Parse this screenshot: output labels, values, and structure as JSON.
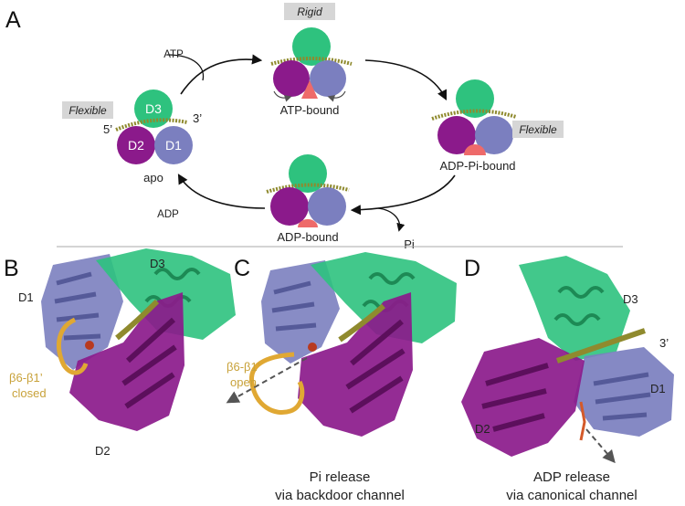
{
  "panels": {
    "A": "A",
    "B": "B",
    "C": "C",
    "D": "D"
  },
  "cycle": {
    "tags": {
      "rigid": "Rigid",
      "flexible_left": "Flexible",
      "flexible_right": "Flexible"
    },
    "states": {
      "apo": "apo",
      "atp_bound": "ATP-bound",
      "adp_pi_bound": "ADP-Pi-bound",
      "adp_bound": "ADP-bound"
    },
    "domains": {
      "d1": "D1",
      "d2": "D2",
      "d3": "D3"
    },
    "termini": {
      "five_prime": "5’",
      "three_prime": "3’"
    },
    "ligands": {
      "atp": "ATP",
      "adp": "ADP",
      "pi": "Pi"
    }
  },
  "panel_b": {
    "d1": "D1",
    "d2": "D2",
    "d3": "D3",
    "loop_label": "β6-β1’",
    "loop_state": "closed"
  },
  "panel_c": {
    "loop_label": "β6-β1’",
    "loop_state": "open",
    "caption_line1": "Pi release",
    "caption_line2": "via backdoor channel"
  },
  "panel_d": {
    "d1": "D1",
    "d2": "D2",
    "d3": "D3",
    "three_prime": "3’",
    "caption_line1": "ADP release",
    "caption_line2": "via canonical channel"
  },
  "colors": {
    "d1": "#7b7fbf",
    "d2": "#8b1a8b",
    "d3": "#2ec27e",
    "ligand": "#ee6a6a",
    "rna": "#8f8a2e",
    "loop": "#e0a833",
    "tag_bg": "#d6d6d6"
  }
}
